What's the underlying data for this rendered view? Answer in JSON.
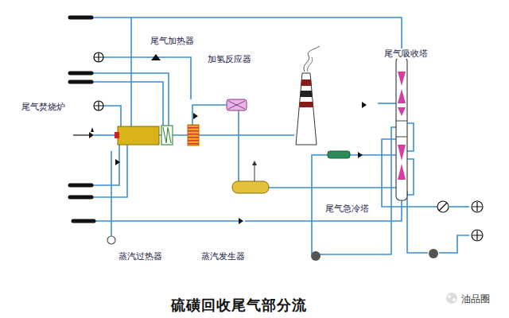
{
  "diagram": {
    "title": "硫磺回收尾气部分流",
    "labels": [
      "尾气加热器",
      "加氢反应器",
      "尾气吸收塔",
      "尾气焚烧炉",
      "尾气急冷塔",
      "蒸汽过热器",
      "蒸汽发生器",
      "油品圈"
    ]
  }
}
